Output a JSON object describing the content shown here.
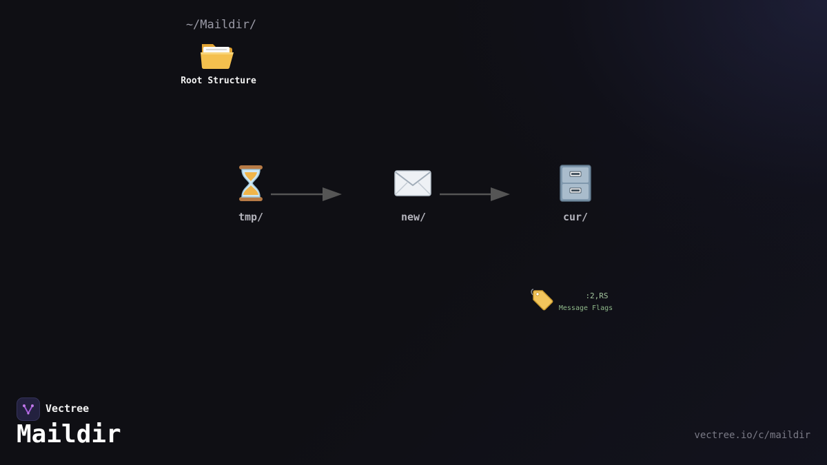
{
  "root": {
    "path": "~/Maildir/",
    "label": "Root Structure",
    "icon": "open-folder-icon"
  },
  "nodes": [
    {
      "label": "tmp/",
      "icon": "hourglass-icon"
    },
    {
      "label": "new/",
      "icon": "envelope-icon"
    },
    {
      "label": "cur/",
      "icon": "file-cabinet-icon"
    }
  ],
  "flags": {
    "code": ":2,RS",
    "label": "Message Flags",
    "icon": "tag-icon"
  },
  "footer": {
    "brand": "Vectree",
    "title": "Maildir",
    "url": "vectree.io/c/maildir"
  },
  "colors": {
    "background": "#0f0f14",
    "arrow": "#555555",
    "flag_text": "#8fb88a",
    "brand_badge": "#23213f",
    "brand_accent": "#a35ad8"
  }
}
